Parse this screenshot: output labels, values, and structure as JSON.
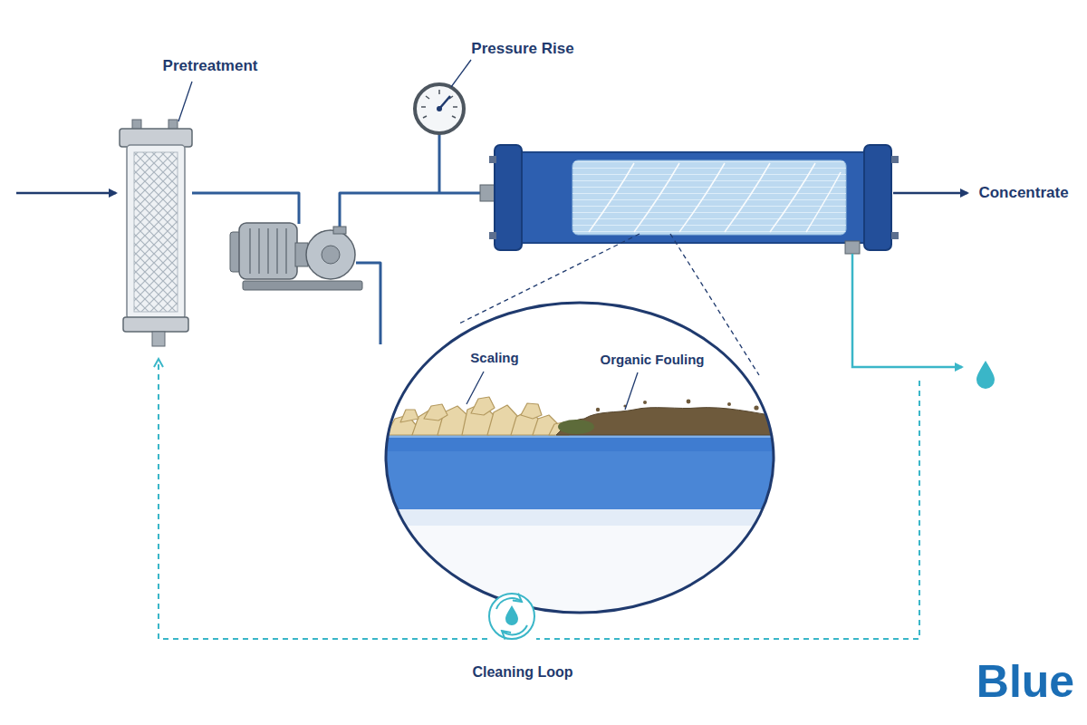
{
  "diagram": {
    "labels": [
      "Pretreatment",
      "Pressure Rise",
      "Concentrate",
      "Scaling",
      "Organic Fouling",
      "Cleaning Loop",
      "Blue"
    ]
  }
}
